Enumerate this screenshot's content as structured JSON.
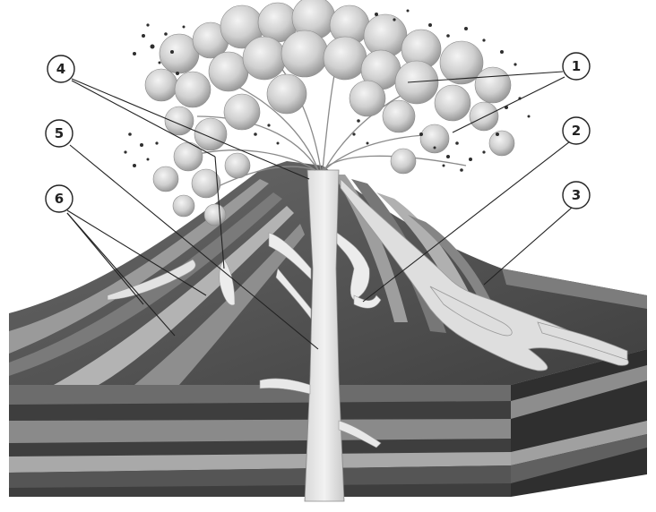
{
  "diagram": {
    "callouts": [
      {
        "id": "1",
        "label": "1"
      },
      {
        "id": "2",
        "label": "2"
      },
      {
        "id": "3",
        "label": "3"
      },
      {
        "id": "4",
        "label": "4"
      },
      {
        "id": "5",
        "label": "5"
      },
      {
        "id": "6",
        "label": "6"
      }
    ]
  },
  "colors": {
    "dark_rock": "#4a4a4a",
    "mid_rock": "#7a7a7a",
    "light_rock": "#b5b5b5",
    "lava": "#dcdcdc",
    "ash_cloud": "#c8c8c8",
    "line": "#222222"
  }
}
